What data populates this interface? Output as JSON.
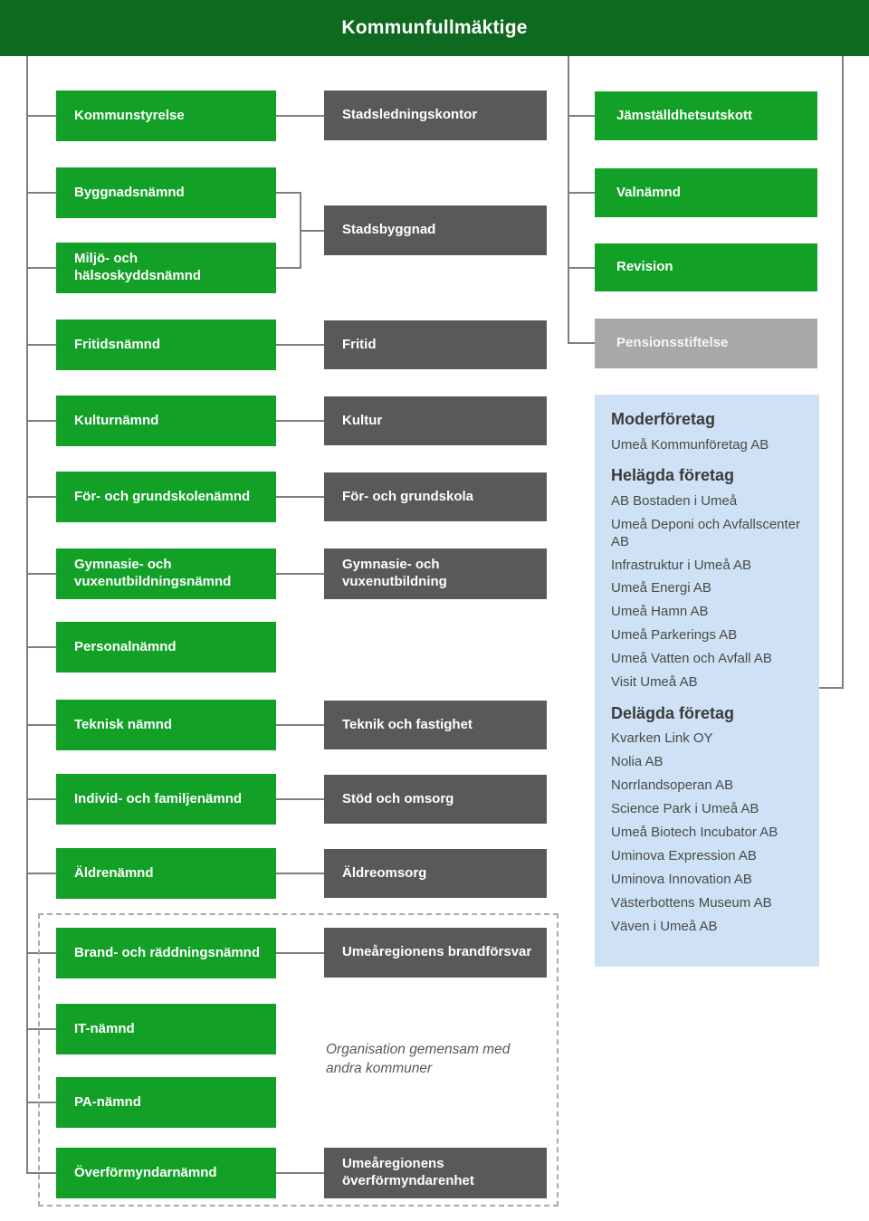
{
  "header": {
    "title": "Kommunfullmäktige"
  },
  "left_nodes": [
    {
      "label": "Kommunstyrelse"
    },
    {
      "label": "Byggnadsnämnd"
    },
    {
      "label": "Miljö- och hälsoskyddsnämnd"
    },
    {
      "label": "Fritidsnämnd"
    },
    {
      "label": "Kulturnämnd"
    },
    {
      "label": "För- och grundskolenämnd"
    },
    {
      "label": "Gymnasie- och vuxenutbildningsnämnd"
    },
    {
      "label": "Personalnämnd"
    },
    {
      "label": "Teknisk nämnd"
    },
    {
      "label": "Individ- och familjenämnd"
    },
    {
      "label": "Äldrenämnd"
    },
    {
      "label": "Brand- och räddningsnämnd"
    },
    {
      "label": "IT-nämnd"
    },
    {
      "label": "PA-nämnd"
    },
    {
      "label": "Överförmyndarnämnd"
    }
  ],
  "middle_nodes": [
    {
      "label": "Stadsledningskontor"
    },
    {
      "label": "Stadsbyggnad"
    },
    {
      "label": "Fritid"
    },
    {
      "label": "Kultur"
    },
    {
      "label": "För- och grundskola"
    },
    {
      "label": "Gymnasie- och vuxenutbildning"
    },
    {
      "label": "Teknik och fastighet"
    },
    {
      "label": "Stöd och omsorg"
    },
    {
      "label": "Äldreomsorg"
    },
    {
      "label": "Umeåregionens brandförsvar"
    },
    {
      "label": "Umeåregionens överförmyndarenhet"
    }
  ],
  "right_nodes": [
    {
      "label": "Jämställdhetsutskott"
    },
    {
      "label": "Valnämnd"
    },
    {
      "label": "Revision"
    },
    {
      "label": "Pensionsstiftelse"
    }
  ],
  "companies": {
    "sections": [
      {
        "heading": "Moderföretag",
        "items": [
          "Umeå Kommunföretag AB"
        ]
      },
      {
        "heading": "Helägda företag",
        "items": [
          "AB Bostaden i Umeå",
          "Umeå Deponi och Avfallscenter AB",
          "Infrastruktur i Umeå AB",
          "Umeå Energi AB",
          "Umeå Hamn AB",
          "Umeå Parkerings AB",
          "Umeå Vatten och Avfall AB",
          "Visit Umeå AB"
        ]
      },
      {
        "heading": "Delägda företag",
        "items": [
          "Kvarken Link OY",
          "Nolia AB",
          "Norrlandsoperan AB",
          "Science Park i Umeå AB",
          "Umeå Biotech Incubator AB",
          "Uminova Expression AB",
          "Uminova Innovation AB",
          "Västerbottens Museum AB",
          "Väven i Umeå AB"
        ]
      }
    ]
  },
  "note": "Organisation gemensam med andra kommuner",
  "colors": {
    "header_green": "#0e6a1e",
    "box_green": "#12a126",
    "box_gray": "#595959",
    "pension_gray": "#a8a8a8",
    "panel_blue": "#cfe2f5",
    "line_gray": "#7f7f7f",
    "dash_gray": "#ababab"
  }
}
